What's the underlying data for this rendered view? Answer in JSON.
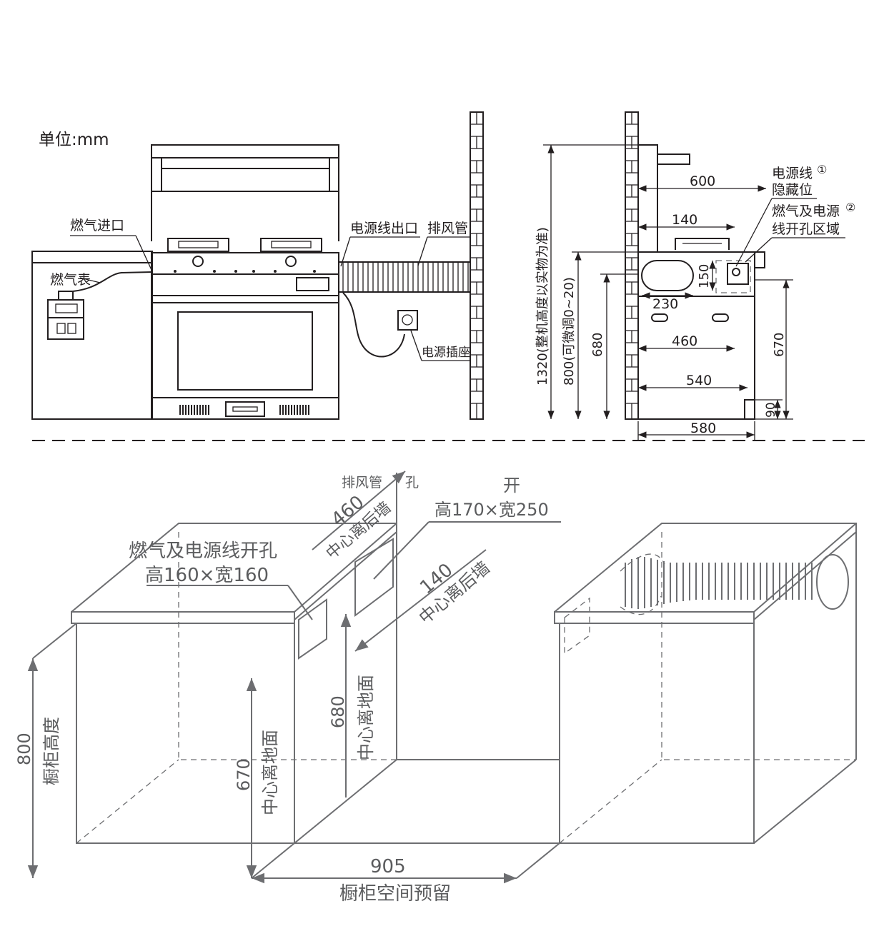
{
  "unit_label": "单位:mm",
  "front": {
    "gas_inlet": "燃气进口",
    "gas_meter": "燃气表",
    "power_outlet_exit": "电源线出口",
    "exhaust_pipe": "排风管",
    "power_socket": "电源插座"
  },
  "side": {
    "height_note": "1320(整机高度以实物为准)",
    "height_adjust": "800(可微调0~20)",
    "d600": "600",
    "d140": "140",
    "d150": "150",
    "d230": "230",
    "d460": "460",
    "d680": "680",
    "d670": "670",
    "d540": "540",
    "d90": "90",
    "d580": "580",
    "note1_a": "电源线",
    "note1_b": "隐藏位",
    "note2_a": "燃气及电源",
    "note2_b": "线开孔区域",
    "mark1": "①",
    "mark2": "②"
  },
  "bottom": {
    "exhaust_hole_a": "排风管",
    "exhaust_hole_b": "孔",
    "open_a": "开",
    "open_b": "高170×宽250",
    "gas_hole_a": "燃气及电源线开孔",
    "gas_hole_b": "高160×宽160",
    "d460": "460",
    "center_back_wall": "中心离后墙",
    "d140": "140",
    "d680": "680",
    "center_floor": "中心离地面",
    "d670": "670",
    "d800": "800",
    "cabinet_height": "橱柜高度",
    "d905": "905",
    "cabinet_space": "橱柜空间预留"
  }
}
